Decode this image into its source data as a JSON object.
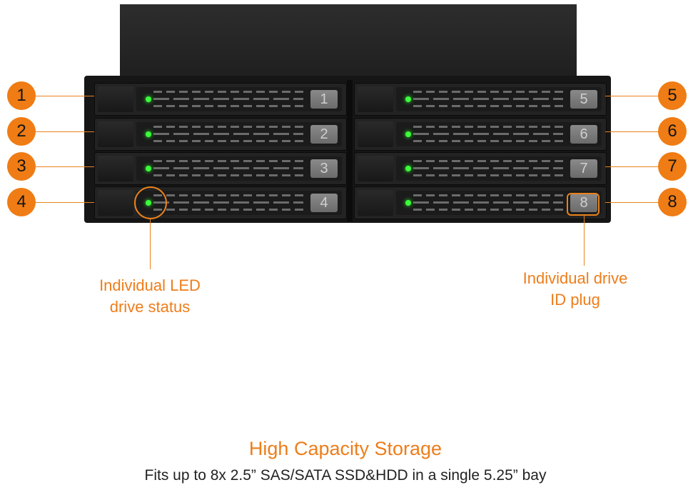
{
  "slots": {
    "bay_1": "1",
    "bay_2": "2",
    "bay_3": "3",
    "bay_4": "4",
    "bay_5": "5",
    "bay_6": "6",
    "bay_7": "7",
    "bay_8": "8"
  },
  "annotations": {
    "led_label_line1": "Individual LED",
    "led_label_line2": "drive status",
    "id_label_line1": "Individual drive",
    "id_label_line2": "ID plug"
  },
  "headline": "High Capacity Storage",
  "subline": "Fits up to 8x 2.5” SAS/SATA SSD&HDD in a single 5.25” bay",
  "colors": {
    "accent_orange": "#ef7c14",
    "led_green": "#3bff3b",
    "chassis_black": "#161616"
  }
}
